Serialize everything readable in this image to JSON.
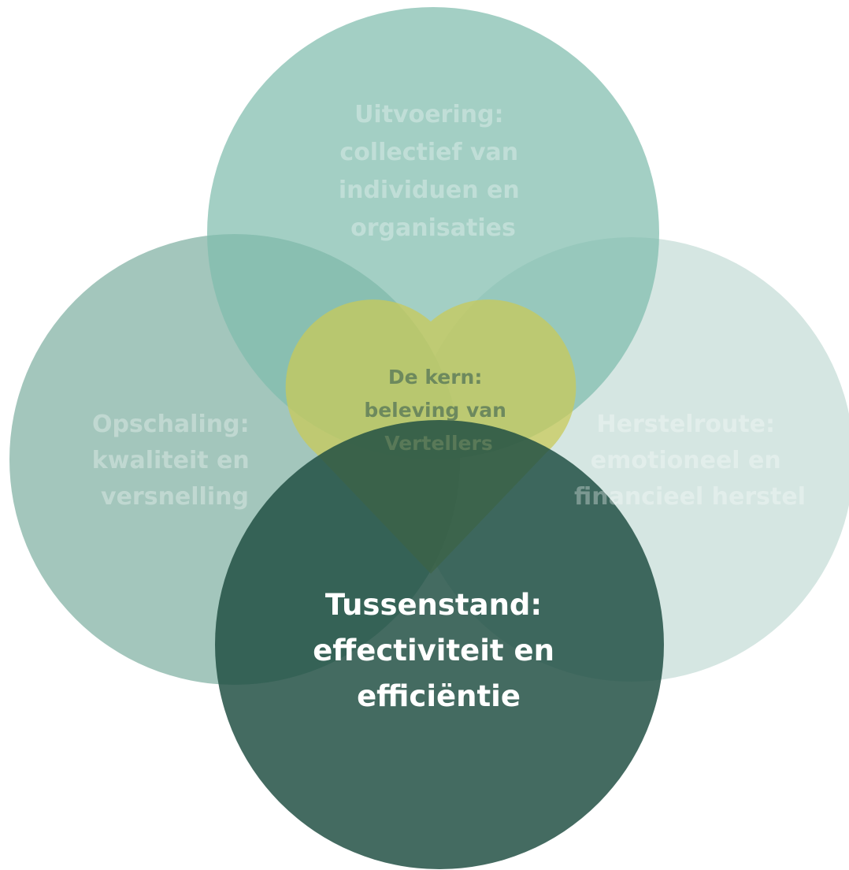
{
  "diagram": {
    "top": {
      "lines": [
        "Uitvoering:",
        "collectief van",
        "individuen en",
        "organisaties"
      ]
    },
    "left": {
      "lines": [
        "Opschaling:",
        "kwaliteit en",
        "versnelling"
      ]
    },
    "right": {
      "lines": [
        "Herstelroute:",
        "emotioneel en",
        "financieel herstel"
      ]
    },
    "core": {
      "lines": [
        "De kern:",
        "beleving van",
        "Vertellers"
      ]
    },
    "bottom": {
      "lines": [
        "Tussenstand:",
        "effectiviteit en",
        "efficiëntie"
      ]
    }
  },
  "colors": {
    "top_circle": "#a1cdc3",
    "left_circle": "#a3c5bb",
    "right_circle": "#d3e5e0",
    "bottom_circle": "#2f5c51",
    "heart": "#c8c95a"
  }
}
